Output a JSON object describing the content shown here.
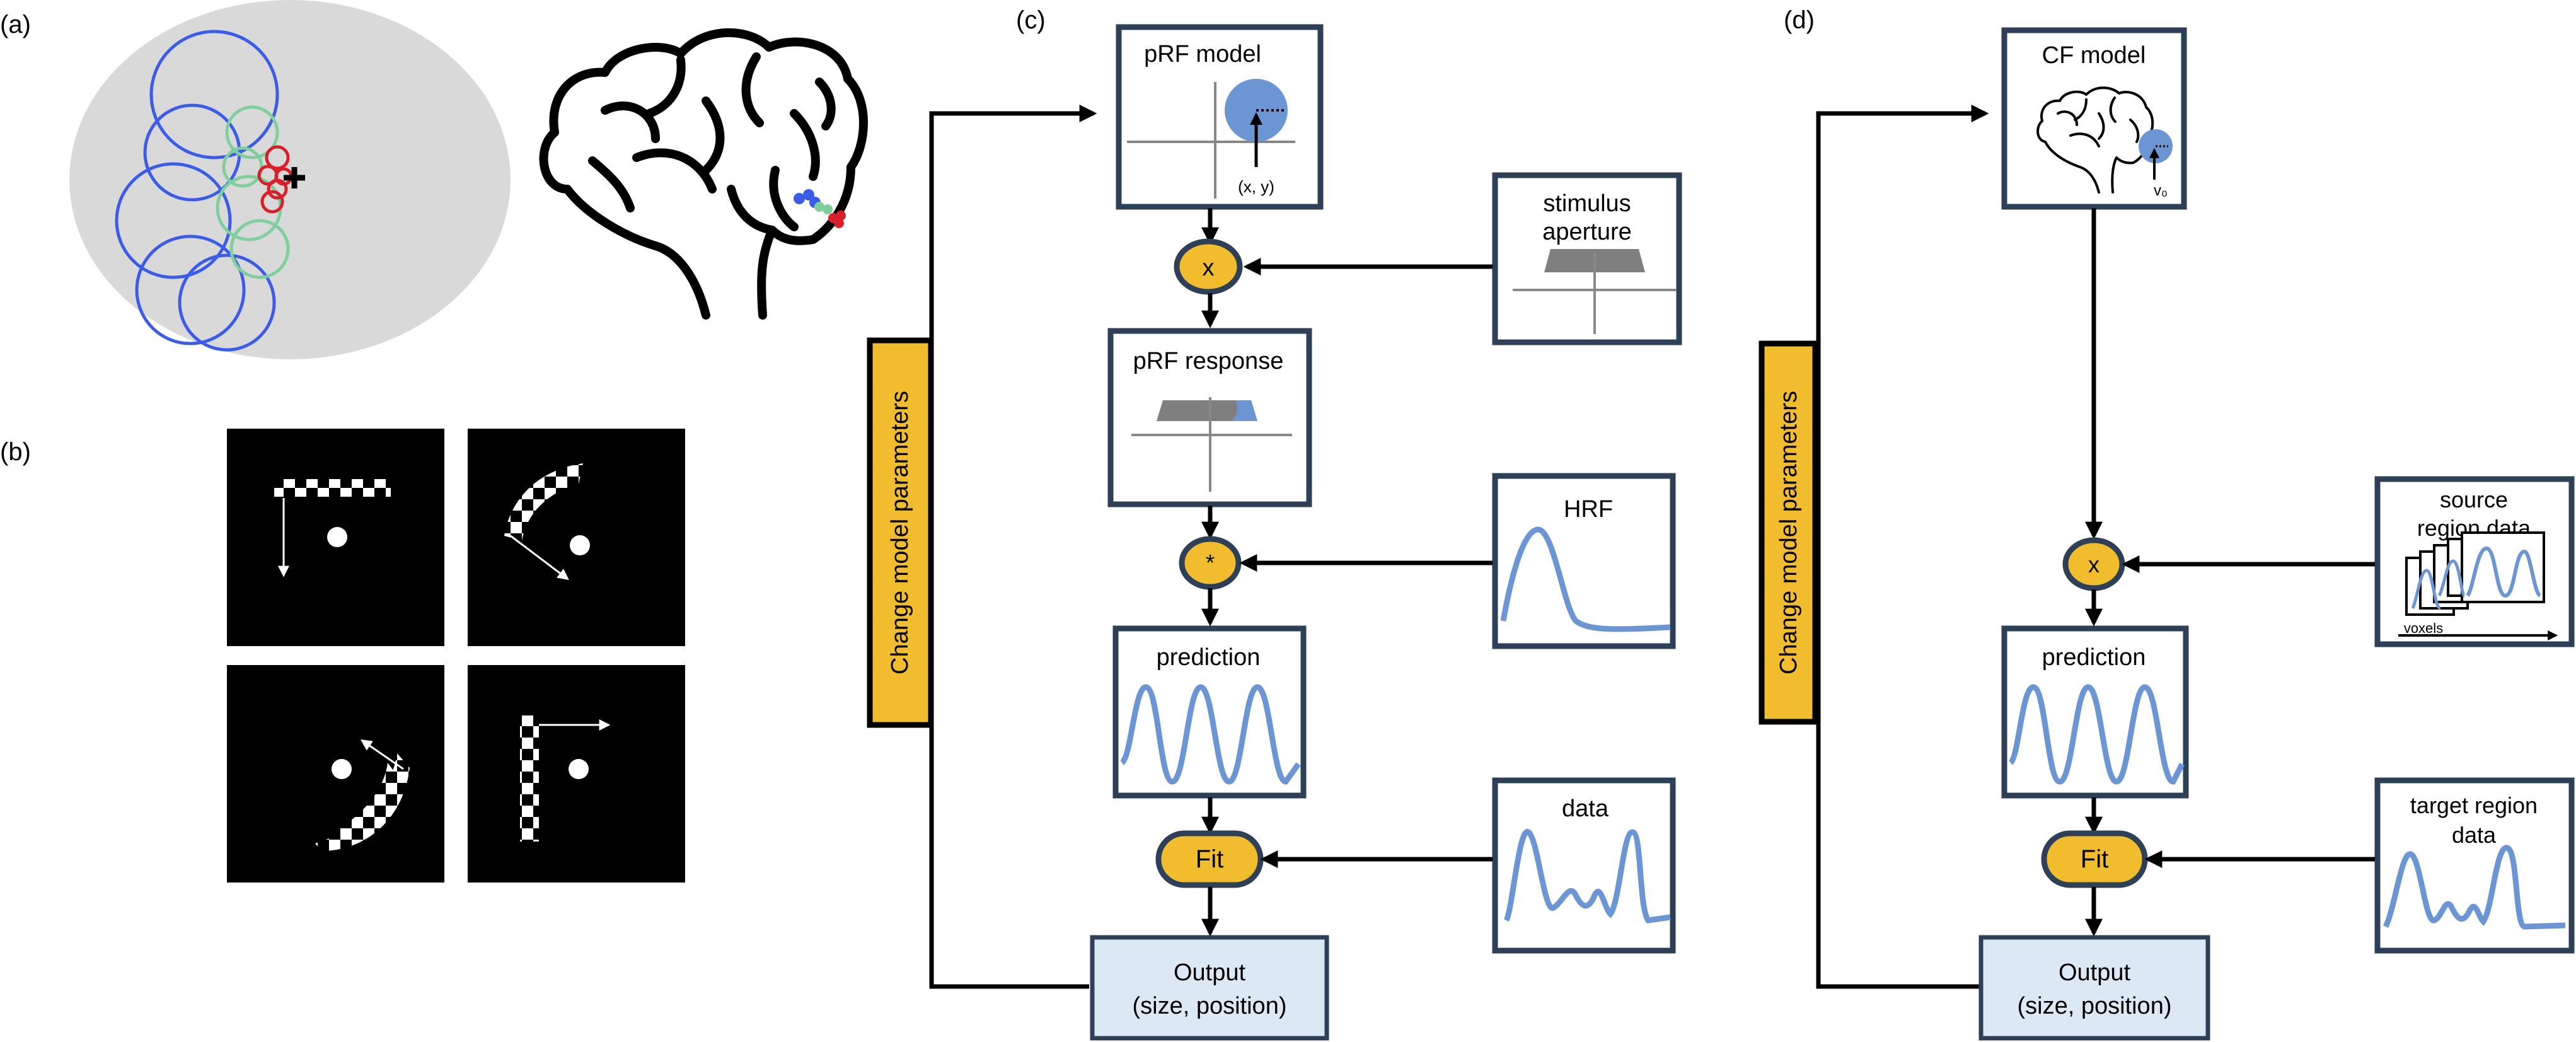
{
  "panels": {
    "a_label": "(a)",
    "b_label": "(b)",
    "c_label": "(c)",
    "d_label": "(d)"
  },
  "panel_c": {
    "side_bar": "Change model parameters",
    "prf_model": {
      "title": "pRF model",
      "coord_label": "(x, y)"
    },
    "multiply_symbol": "x",
    "stimulus": {
      "line1": "stimulus",
      "line2": "aperture"
    },
    "prf_response": {
      "title": "pRF response"
    },
    "convolve_symbol": "*",
    "hrf": {
      "title": "HRF"
    },
    "prediction": {
      "title": "prediction"
    },
    "fit": "Fit",
    "data": {
      "title": "data"
    },
    "output": {
      "line1": "Output",
      "line2": "(size, position)"
    }
  },
  "panel_d": {
    "side_bar": "Change model parameters",
    "cf_model": {
      "title": "CF model",
      "v0_label": "v₀"
    },
    "multiply_symbol": "x",
    "source": {
      "line1": "source",
      "line2": "region data",
      "axis_label": "voxels"
    },
    "prediction": {
      "title": "prediction"
    },
    "fit": "Fit",
    "target": {
      "line1": "target region",
      "line2": "data"
    },
    "output": {
      "line1": "Output",
      "line2": "(size, position)"
    }
  },
  "colors": {
    "box_border": "#2e4057",
    "gold": "#f1bd2f",
    "signal_blue": "#6b95d3",
    "rf_blue": "#3a5ce8",
    "rf_green": "#7fcf9c",
    "rf_red": "#d9202a",
    "field_gray": "#d9d9d9",
    "output_fill": "#dde8f5"
  }
}
